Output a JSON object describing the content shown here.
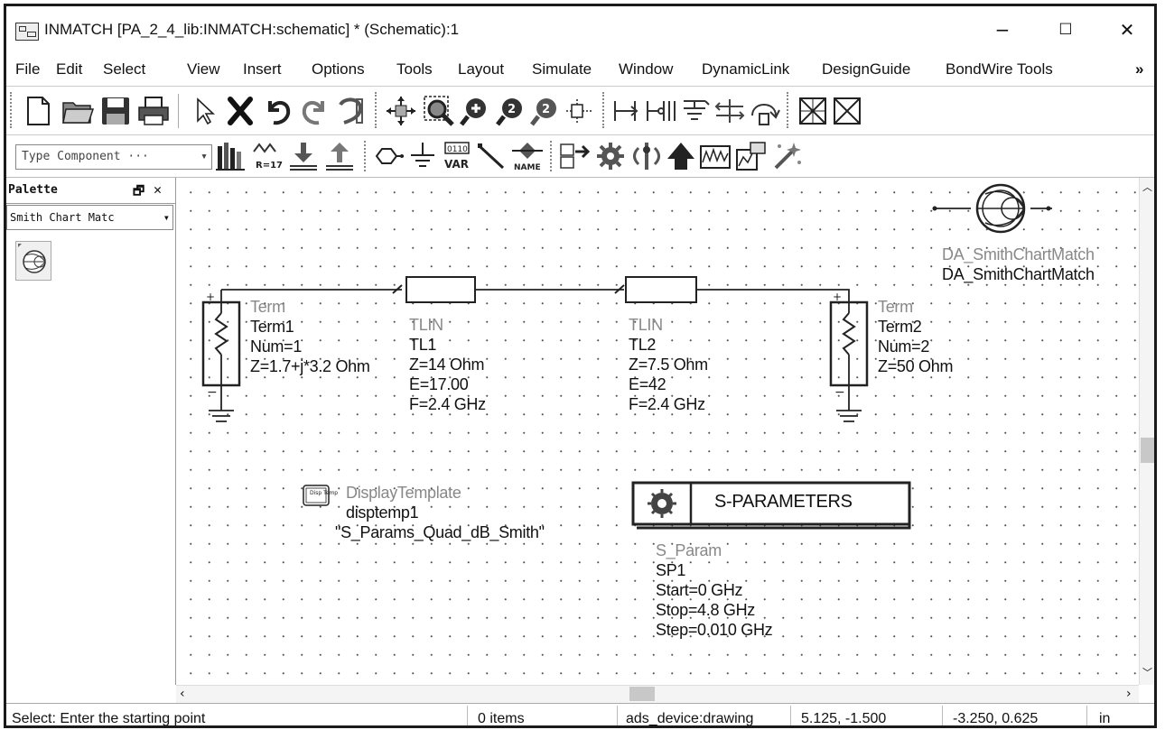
{
  "window": {
    "title": "INMATCH [PA_2_4_lib:INMATCH:schematic] * (Schematic):1",
    "controls": {
      "minimize": "−",
      "maximize": "☐",
      "close": "✕"
    }
  },
  "menubar": {
    "items": [
      "File",
      "Edit",
      "Select",
      "View",
      "Insert",
      "Options",
      "Tools",
      "Layout",
      "Simulate",
      "Window",
      "DynamicLink",
      "DesignGuide",
      "BondWire Tools"
    ],
    "overflow": "»"
  },
  "toolbar2": {
    "component_placeholder": "Type Component ···",
    "var_label": "0110",
    "var_text": "VAR",
    "name_text": "NAME",
    "rlabel": "R=17"
  },
  "palette": {
    "title": "Palette",
    "pin": "🗗",
    "close": "✕",
    "selected_library": "Smith Chart Matc",
    "item_icon": "smith-chart-icon"
  },
  "schematic": {
    "term1": {
      "type": "Term",
      "name": "Term1",
      "num": "Num=1",
      "z": "Z=1.7+j*3.2 Ohm"
    },
    "tl1": {
      "type": "TLIN",
      "name": "TL1",
      "z": "Z=14 Ohm",
      "e": "E=17.00",
      "f": "F=2.4 GHz"
    },
    "tl2": {
      "type": "TLIN",
      "name": "TL2",
      "z": "Z=7.5 Ohm",
      "e": "E=42",
      "f": "F=2.4 GHz"
    },
    "term2": {
      "type": "Term",
      "name": "Term2",
      "num": "Num=2",
      "z": "Z=50 Ohm"
    },
    "smith": {
      "type": "DA_SmithChartMatch",
      "name": "DA_SmithChartMatch"
    },
    "disp": {
      "icon": "Disp Temp",
      "type": "DisplayTemplate",
      "name": "disptemp1",
      "value": "\"S_Params_Quad_dB_Smith\""
    },
    "sparam": {
      "banner": "S-PARAMETERS",
      "type": "S_Param",
      "name": "SP1",
      "start": "Start=0 GHz",
      "stop": "Stop=4.8 GHz",
      "step": "Step=0.010 GHz"
    }
  },
  "statusbar": {
    "prompt": "Select: Enter the starting point",
    "items": "0 items",
    "context": "ads_device:drawing",
    "coord1": "5.125, -1.500",
    "coord2": "-3.250, 0.625",
    "unit": "in"
  },
  "colors": {
    "wire": "#222222",
    "label_gray": "#888888",
    "grid": "#555555"
  }
}
